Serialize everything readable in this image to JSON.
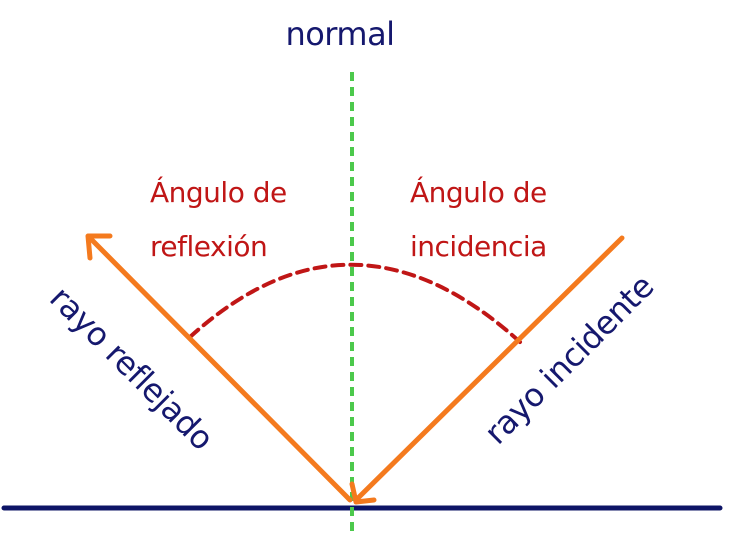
{
  "labels": {
    "normal": "normal",
    "reflection_angle_line1": "Ángulo de",
    "reflection_angle_line2": "reflexión",
    "incidence_angle_line1": "Ángulo de",
    "incidence_angle_line2": "incidencia",
    "reflected_ray": "rayo reflejado",
    "incident_ray": "rayo incidente"
  },
  "colors": {
    "surface": "#0d1466",
    "normal_line": "#4cc94c",
    "rays": "#f47a1e",
    "angle_arc": "#c01616",
    "label_blue": "#15186e",
    "label_red": "#c01616"
  }
}
